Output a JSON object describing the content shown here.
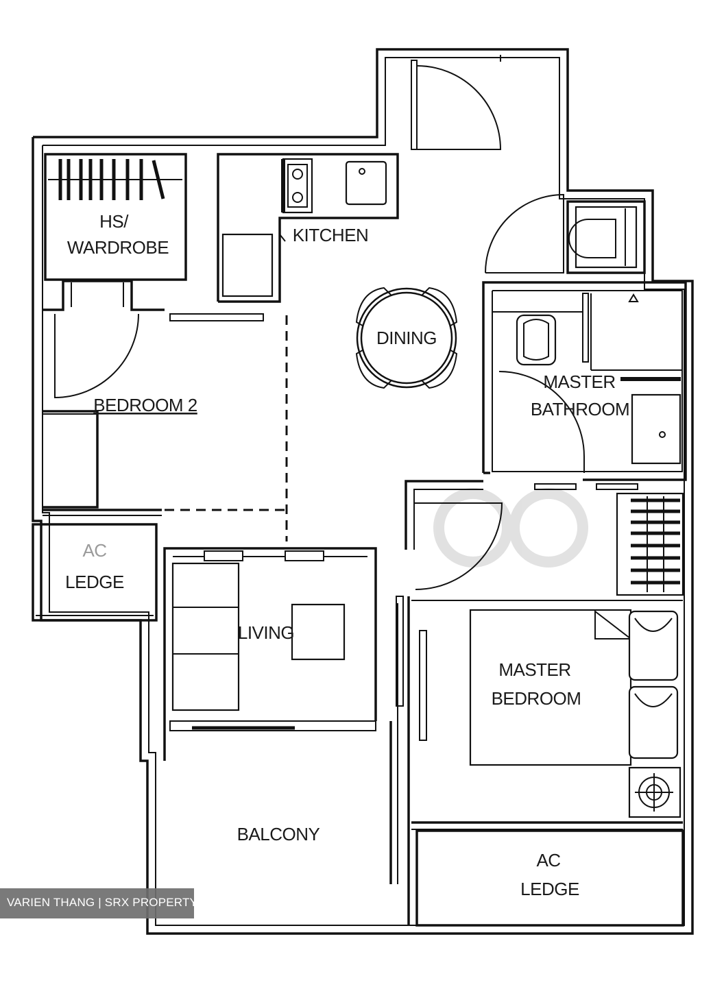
{
  "rooms": {
    "hs_wardrobe_line1": "HS/",
    "hs_wardrobe_line2": "WARDROBE",
    "kitchen": "KITCHEN",
    "dining": "DINING",
    "bedroom2": "BEDROOM 2",
    "master_bathroom_line1": "MASTER",
    "master_bathroom_line2": "BATHROOM",
    "ac_ledge_left_line1": "AC",
    "ac_ledge_left_line2": "LEDGE",
    "living": "LIVING",
    "master_bedroom_line1": "MASTER",
    "master_bedroom_line2": "BEDROOM",
    "balcony": "BALCONY",
    "ac_ledge_right_line1": "AC",
    "ac_ledge_right_line2": "LEDGE"
  },
  "watermark": {
    "text": "VARIEN THANG | SRX PROPERTY"
  }
}
